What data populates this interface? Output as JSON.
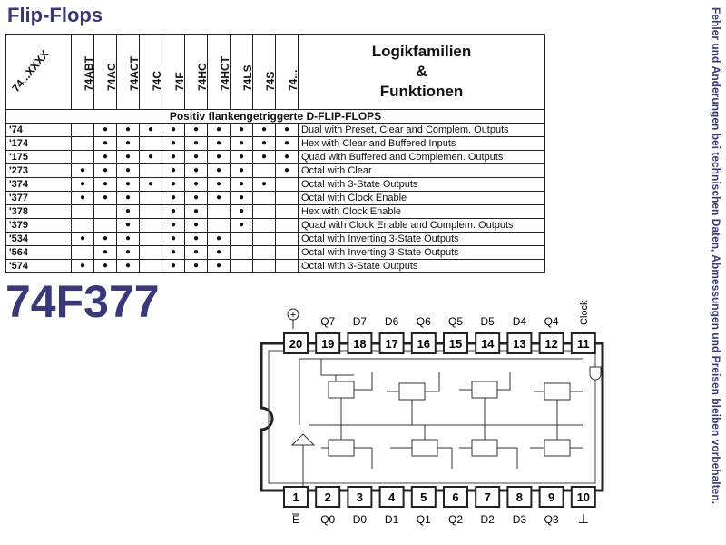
{
  "title": "Flip-Flops",
  "side_note": "Fehler und Änderungen bei technischen Daten, Abmessungen und Preisen bleiben vorbehalten.",
  "part_number": "74F377",
  "table": {
    "header_corner": "74...XXXX",
    "families": [
      "74ABT",
      "74AC",
      "74ACT",
      "74C",
      "74F",
      "74HC",
      "74HCT",
      "74LS",
      "74S",
      "74..."
    ],
    "header_right_lines": [
      "Logikfamilien",
      "&",
      "Funktionen"
    ],
    "section": "Positiv flankengetriggerte D-FLIP-FLOPS",
    "dot_glyph": "●",
    "rows": [
      {
        "part": "'74",
        "dots": [
          0,
          1,
          1,
          1,
          1,
          1,
          1,
          1,
          1,
          1
        ],
        "function": "Dual with Preset, Clear and Complem. Outputs"
      },
      {
        "part": "'174",
        "dots": [
          0,
          1,
          1,
          0,
          1,
          1,
          1,
          1,
          1,
          1
        ],
        "function": "Hex with Clear and Buffered Inputs"
      },
      {
        "part": "'175",
        "dots": [
          0,
          1,
          1,
          1,
          1,
          1,
          1,
          1,
          1,
          1
        ],
        "function": "Quad with Buffered and Complemen. Outputs"
      },
      {
        "part": "'273",
        "dots": [
          1,
          1,
          1,
          0,
          1,
          1,
          1,
          1,
          0,
          1
        ],
        "function": "Octal with Clear"
      },
      {
        "part": "'374",
        "dots": [
          1,
          1,
          1,
          1,
          1,
          1,
          1,
          1,
          1,
          0
        ],
        "function": "Octal with 3-State Outputs"
      },
      {
        "part": "'377",
        "dots": [
          1,
          1,
          1,
          0,
          1,
          1,
          1,
          1,
          0,
          0
        ],
        "function": "Octal with Clock Enable"
      },
      {
        "part": "'378",
        "dots": [
          0,
          0,
          1,
          0,
          1,
          1,
          0,
          1,
          0,
          0
        ],
        "function": "Hex with Clock Enable"
      },
      {
        "part": "'379",
        "dots": [
          0,
          0,
          1,
          0,
          1,
          1,
          0,
          1,
          0,
          0
        ],
        "function": "Quad with Clock Enable and Complem. Outputs"
      },
      {
        "part": "'534",
        "dots": [
          1,
          1,
          1,
          0,
          1,
          1,
          1,
          0,
          0,
          0
        ],
        "function": "Octal with Inverting 3-State Outputs"
      },
      {
        "part": "'564",
        "dots": [
          0,
          1,
          1,
          0,
          1,
          1,
          1,
          0,
          0,
          0
        ],
        "function": "Octal with Inverting 3-State Outputs"
      },
      {
        "part": "'574",
        "dots": [
          1,
          1,
          1,
          0,
          1,
          1,
          1,
          0,
          0,
          0
        ],
        "function": "Octal with 3-State Outputs"
      }
    ]
  },
  "pinout": {
    "top_labels": [
      "",
      "Q7",
      "D7",
      "D6",
      "Q6",
      "Q5",
      "D5",
      "D4",
      "Q4",
      "Clock"
    ],
    "top_numbers": [
      "20",
      "19",
      "18",
      "17",
      "16",
      "15",
      "14",
      "13",
      "12",
      "11"
    ],
    "bottom_numbers": [
      "1",
      "2",
      "3",
      "4",
      "5",
      "6",
      "7",
      "8",
      "9",
      "10"
    ],
    "bottom_labels": [
      "E",
      "Q0",
      "D0",
      "D1",
      "Q1",
      "Q2",
      "D2",
      "D3",
      "Q3",
      ""
    ],
    "vcc_symbol": "+",
    "gnd_symbol": "⊥"
  }
}
